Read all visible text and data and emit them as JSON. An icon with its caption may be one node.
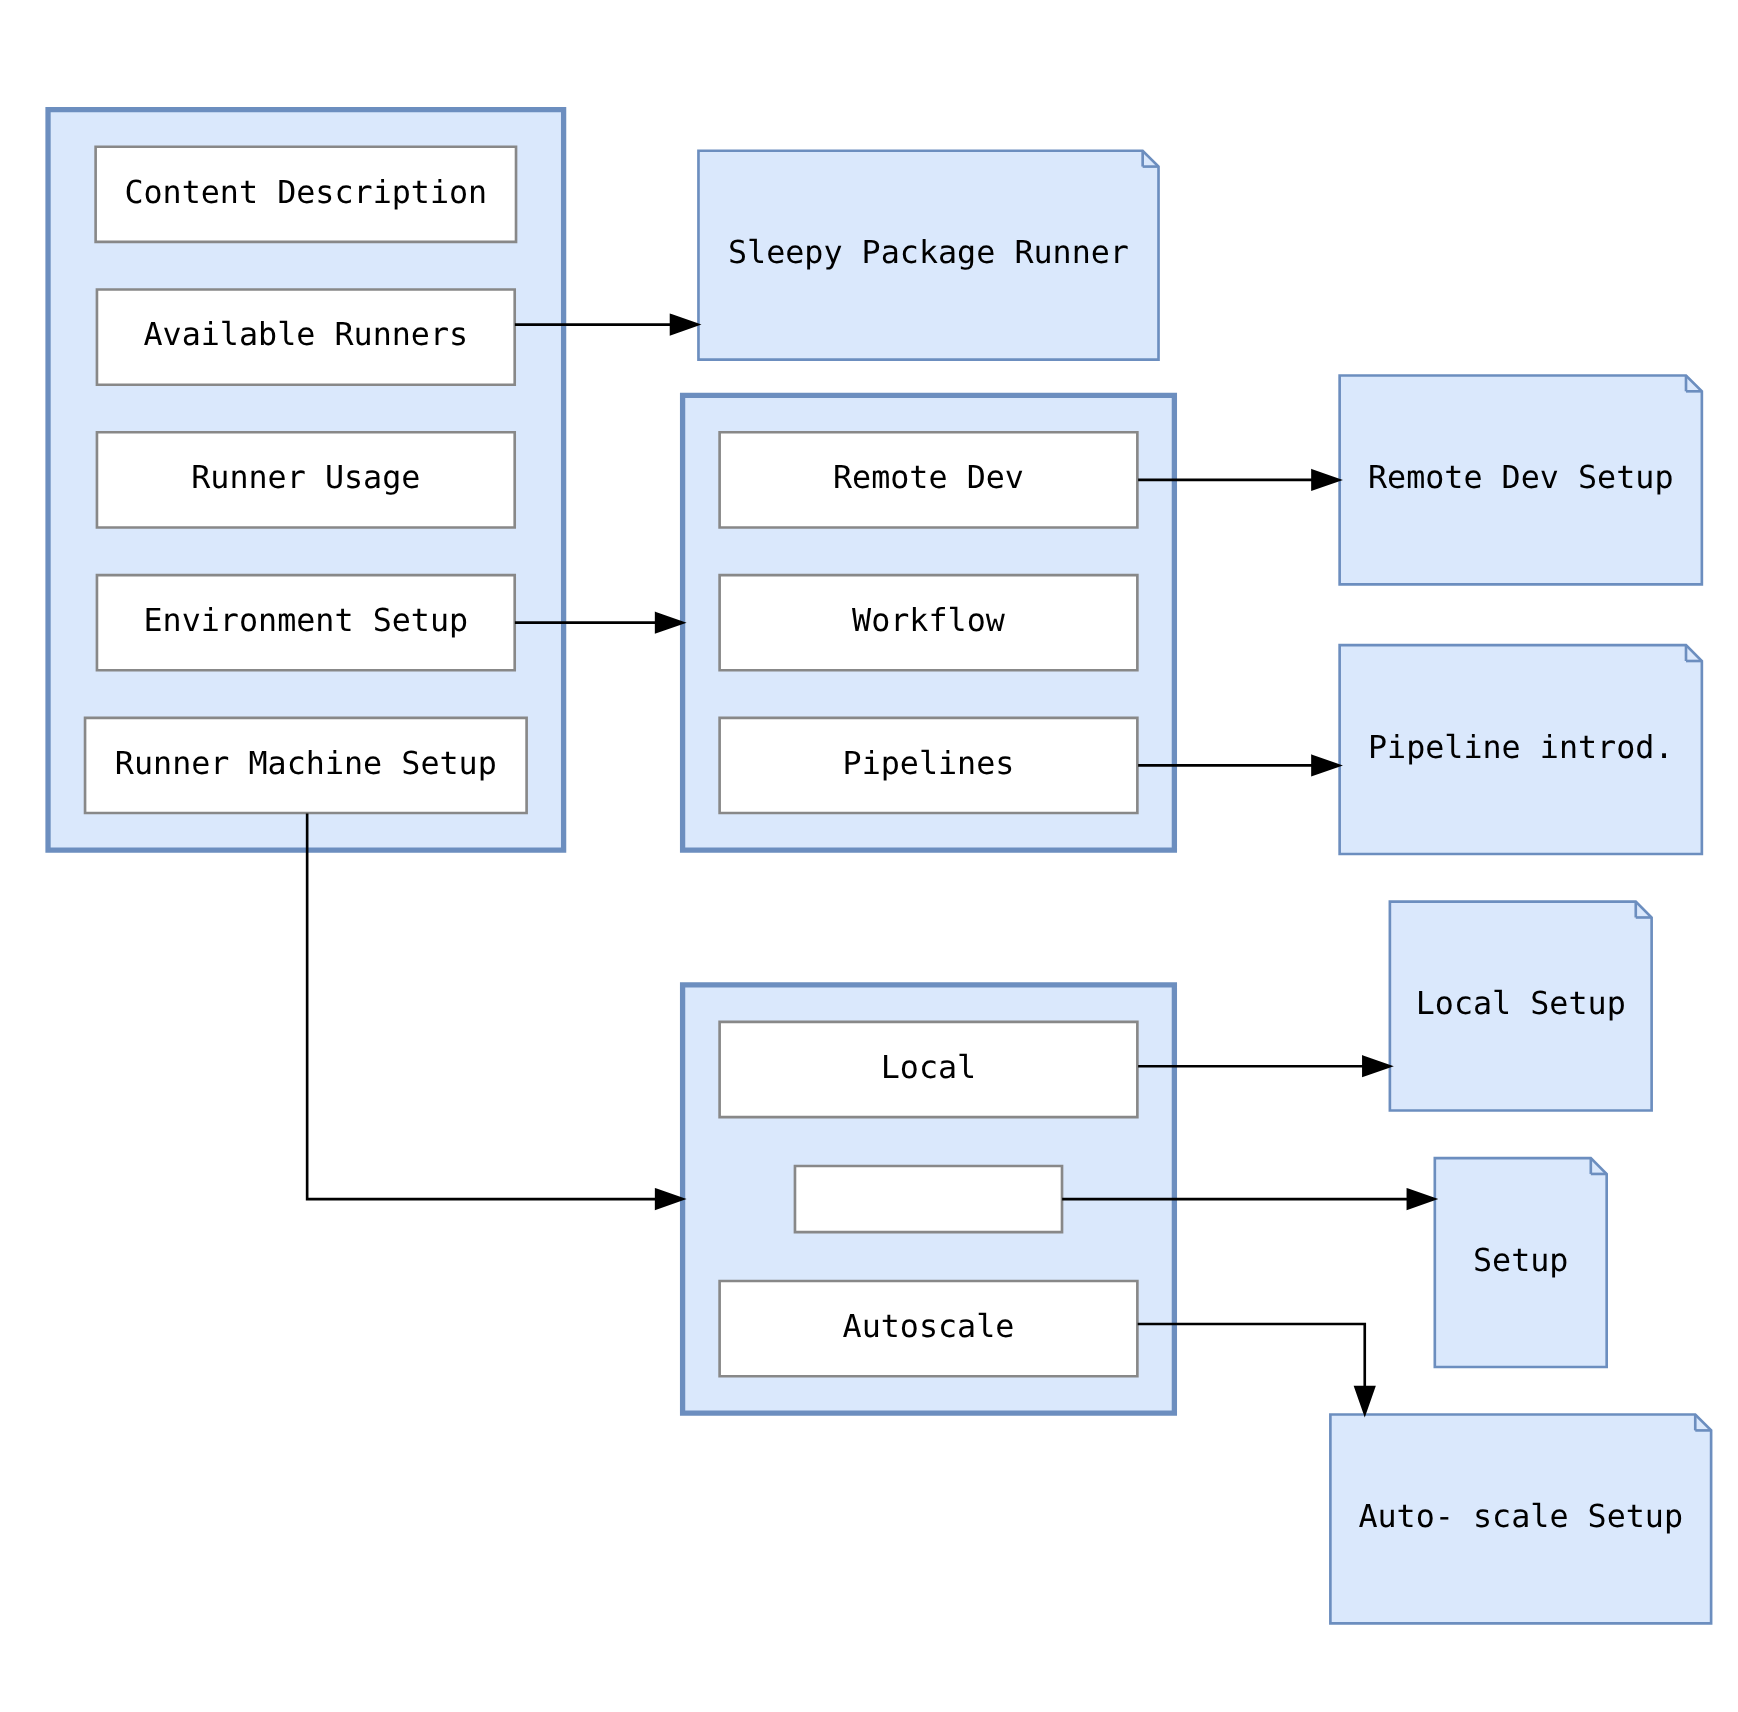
{
  "diagram": {
    "nodes": [
      {
        "text": [],
        "shape": "note"
      },
      {
        "text": [
          "Content Description"
        ],
        "in": 0
      },
      {
        "text": [
          "Available Runners"
        ],
        "in": 0
      },
      {
        "text": [
          "Runner Usage"
        ],
        "in": 0
      },
      {
        "text": [
          "Environment Setup"
        ],
        "in": 0
      },
      {
        "text": [
          "Runner Machine Setup"
        ],
        "in": 0
      },
      {
        "text": [],
        "shape": "note"
      },
      {
        "text": [
          "Remote Dev"
        ],
        "in": 6
      },
      {
        "text": [
          "Workflow"
        ],
        "in": 6
      },
      {
        "text": [
          "Pipelines"
        ],
        "in": 6
      },
      {
        "text": [],
        "shape": "note"
      },
      {
        "text": [
          "Local"
        ],
        "in": 10
      },
      {
        "text": [],
        "shape": "box",
        "in": 10
      },
      {
        "text": [
          "Autoscale"
        ],
        "in": 10
      },
      {
        "text": [
          "Sleepy Package Runner"
        ]
      },
      {
        "text": [
          "Remote Dev Setup"
        ]
      },
      {
        "text": [
          "Pipeline introd."
        ]
      },
      {
        "text": [
          "Local Setup"
        ]
      },
      {
        "text": [
          "Setup"
        ]
      },
      {
        "text": [
          "Auto- scale Setup"
        ]
      }
    ],
    "edges": [
      {
        "from": 2,
        "to": 14,
        "arrow": "to"
      },
      {
        "from": 4,
        "to": 6,
        "arrow": "to"
      },
      {
        "from": 5,
        "to": 10,
        "arrow": "to"
      },
      {
        "from": 7,
        "to": 15,
        "arrow": "to"
      },
      {
        "from": 9,
        "to": 16,
        "arrow": "to"
      },
      {
        "from": 11,
        "to": 17,
        "arrow": "to"
      },
      {
        "from": 12,
        "to": 18,
        "arrow": "to"
      },
      {
        "from": 13,
        "to": 19,
        "arrow": "to"
      }
    ]
  }
}
